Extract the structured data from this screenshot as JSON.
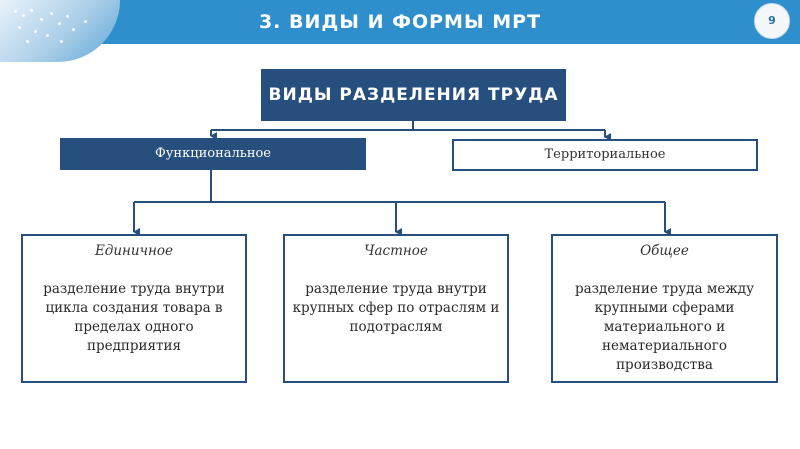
{
  "header": {
    "title": "3. ВИДЫ И ФОРМЫ МРТ",
    "page_number": "9"
  },
  "diagram": {
    "root": "ВИДЫ РАЗДЕЛЕНИЯ ТРУДА",
    "level1": {
      "functional": "Функциональное",
      "territorial": "Территориальное"
    },
    "leaves": [
      {
        "title": "Единичное",
        "text": "разделение труда внутри цикла создания товара в пределах одного предприятия"
      },
      {
        "title": "Частное",
        "text": "разделение труда внутри крупных сфер по отраслям и подотраслям"
      },
      {
        "title": "Общее",
        "text": "разделение труда между крупными сферами материального и нематериального производства"
      }
    ]
  },
  "colors": {
    "header": "#2f8fcc",
    "box_dark": "#274f7e",
    "connector": "#274f7e"
  }
}
